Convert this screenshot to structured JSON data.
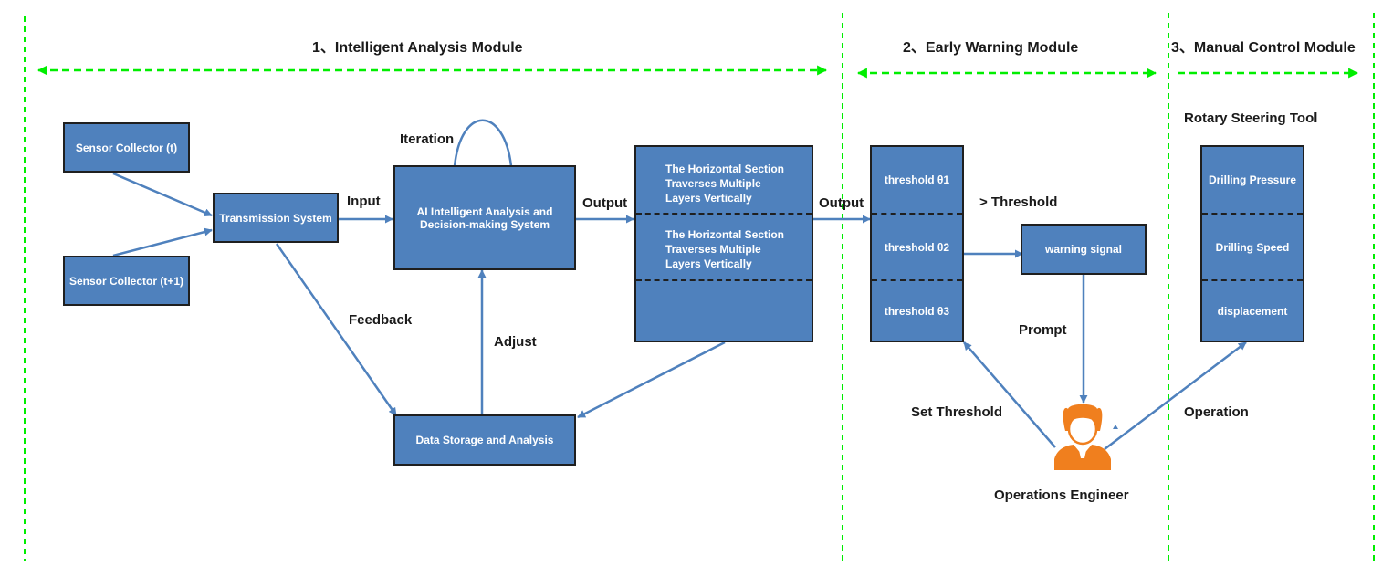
{
  "modules": {
    "m1_title": "1、Intelligent Analysis Module",
    "m2_title": "2、Early Warning Module",
    "m3_title": "3、Manual Control Module"
  },
  "nodes": {
    "sensor_t": "Sensor Collector  (t)",
    "sensor_t1": "Sensor Collector  (t+1)",
    "transmission": "Transmission System",
    "ai_system": "AI Intelligent Analysis and Decision-making System",
    "data_storage": "Data Storage and Analysis",
    "horizontal_1": "The Horizontal Section Traverses Multiple Layers Vertically",
    "horizontal_2": "The Horizontal Section Traverses Multiple Layers Vertically",
    "threshold_1": "threshold  θ1",
    "threshold_2": "threshold  θ2",
    "threshold_3": "threshold  θ3",
    "warning_signal": "warning signal",
    "drilling_pressure": "Drilling Pressure",
    "drilling_speed": "Drilling Speed",
    "displacement": "displacement"
  },
  "labels": {
    "iteration": "Iteration",
    "input": "Input",
    "output_1": "Output",
    "output_2": "Output",
    "feedback": "Feedback",
    "adjust": "Adjust",
    "gt_threshold": ">  Threshold",
    "prompt": "Prompt",
    "set_threshold": "Set Threshold",
    "operation": "Operation",
    "rotary_tool": "Rotary Steering Tool",
    "engineer": "Operations Engineer"
  },
  "colors": {
    "box_fill": "#4f81bd",
    "arrow": "#4f81bd",
    "divider": "#00ee00",
    "engineer": "#f07f1e"
  },
  "icons": {
    "engineer": "person-icon"
  }
}
